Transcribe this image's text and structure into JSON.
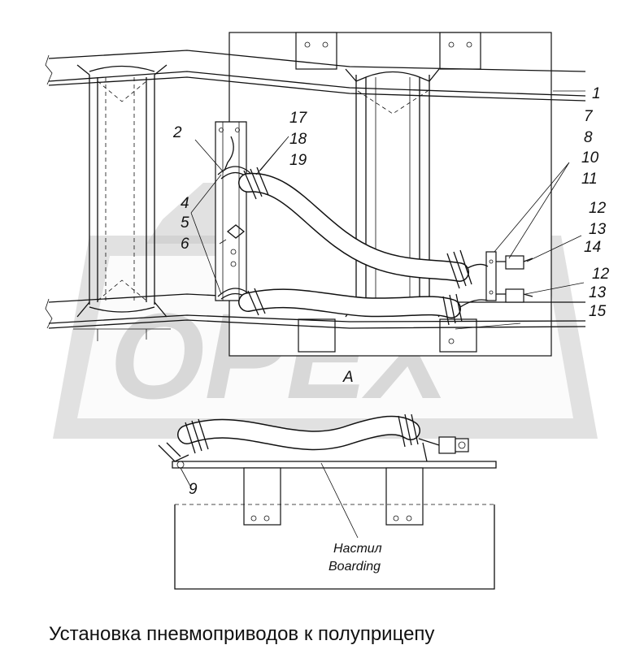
{
  "callouts": {
    "c1": "1",
    "c7": "7",
    "c8": "8",
    "c10": "10",
    "c11": "11",
    "c12a": "12",
    "c13a": "13",
    "c14": "14",
    "c12b": "12",
    "c13b": "13",
    "c15": "15",
    "c2": "2",
    "c17": "17",
    "c18": "18",
    "c19": "19",
    "c4": "4",
    "c5": "5",
    "c6": "6",
    "c9": "9",
    "view": "A"
  },
  "labels": {
    "boarding_ru": "Настил",
    "boarding_en": "Boarding"
  },
  "caption": "Установка пневмоприводов к полуприцепу",
  "watermark": "OPEX"
}
